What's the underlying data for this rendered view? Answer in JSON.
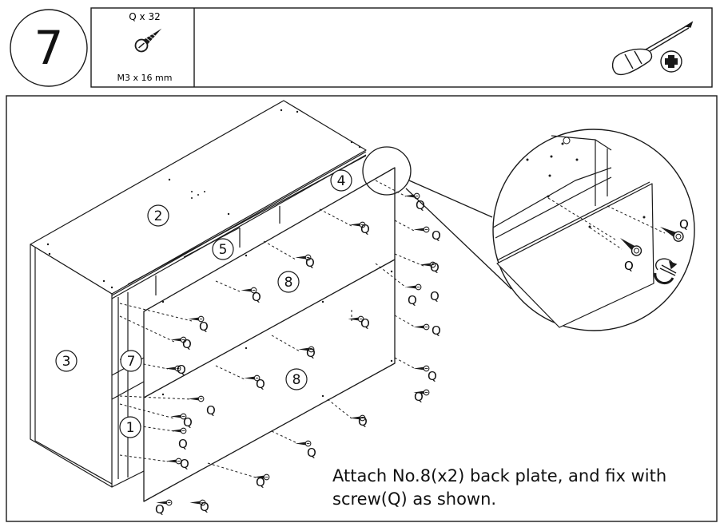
{
  "step": {
    "number": "7"
  },
  "hardware": {
    "qty_label": "Q x 32",
    "size_label": "M3 x 16 mm",
    "icons": [
      "screw-icon",
      "phillips-screwdriver-icon"
    ]
  },
  "parts": {
    "p1": "1",
    "p2": "2",
    "p3": "3",
    "p4": "4",
    "p5": "5",
    "p7": "7",
    "p8": "8"
  },
  "screw_label": "Q",
  "instruction": {
    "line1": "Attach No.8(x2) back plate, and fix with",
    "line2": "screw(Q) as shown."
  },
  "colors": {
    "line": "#1a1a1a",
    "background": "#ffffff"
  }
}
